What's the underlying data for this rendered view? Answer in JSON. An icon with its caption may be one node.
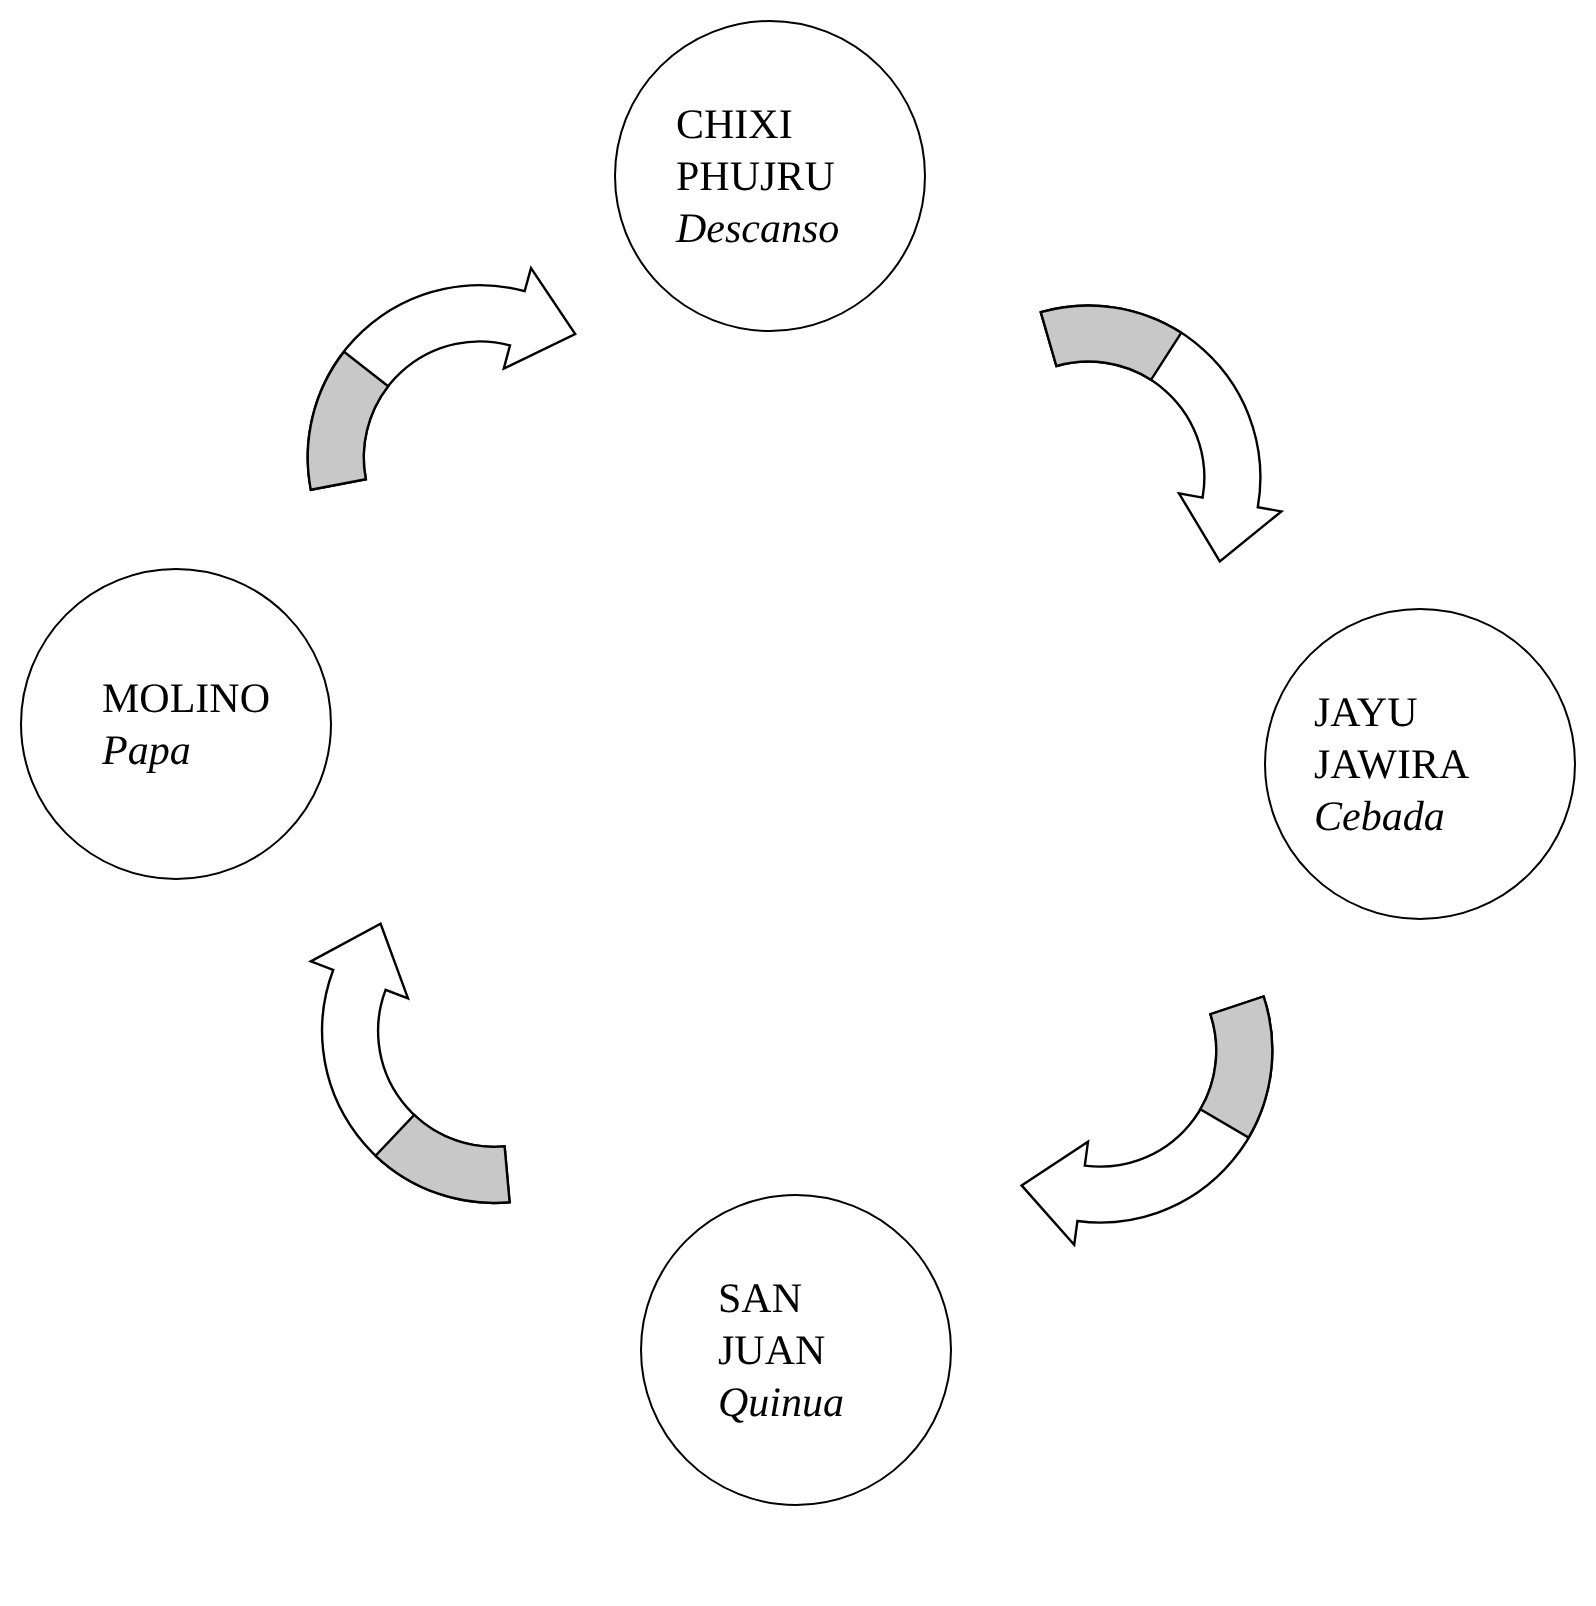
{
  "diagram": {
    "nodes": [
      {
        "text": [
          "CHIXI PHUJRU",
          "Descanso"
        ]
      },
      {
        "text": [
          "JAYU JAWIRA",
          "Cebada"
        ]
      },
      {
        "text": [
          "SAN JUAN",
          "Quinua"
        ]
      },
      {
        "text": [
          "MOLINO",
          "Papa"
        ]
      }
    ],
    "edges": [
      {
        "from": 0,
        "to": 1,
        "arrow": "to"
      },
      {
        "from": 1,
        "to": 2,
        "arrow": "to"
      },
      {
        "from": 2,
        "to": 3,
        "arrow": "to"
      },
      {
        "from": 3,
        "to": 0,
        "arrow": "to"
      }
    ]
  }
}
